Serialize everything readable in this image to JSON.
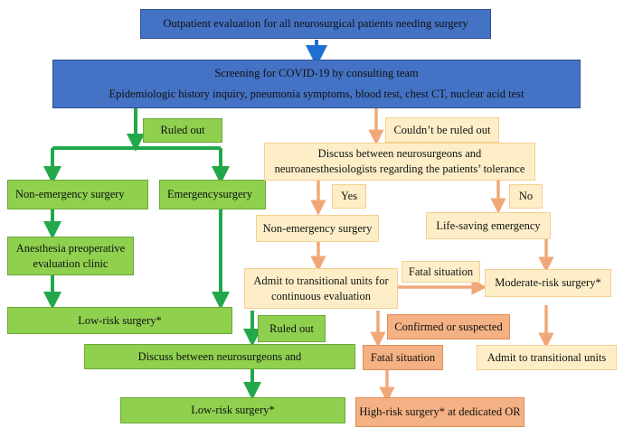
{
  "flow": {
    "outpatient": "Outpatient evaluation for all neurosurgical patients needing surgery",
    "screening_title": "Screening for COVID-19 by consulting team",
    "screening_detail": "Epidemiologic history inquiry, pneumonia symptoms, blood test, chest CT, nuclear acid test",
    "ruled_out_1": "Ruled out",
    "couldnt_rule_out": "Couldn’t be ruled out",
    "discuss_tolerance_1": "Discuss between neurosurgeons and",
    "discuss_tolerance_2": "neuroanesthesiologists regarding the patients’ tolerance",
    "non_emergency_left": "Non-emergency surgery",
    "emergency_left": "Emergencysurgery",
    "yes": "Yes",
    "no": "No",
    "non_emergency_right": "Non-emergency surgery",
    "life_saving": "Life-saving emergency",
    "anesthesia_clinic_1": "Anesthesia preoperative",
    "anesthesia_clinic_2": "evaluation clinic",
    "transitional_1": "Admit to transitional units for",
    "transitional_2": "continuous evaluation",
    "fatal_situation_1": "Fatal situation",
    "moderate_risk": "Moderate-risk surgery*",
    "low_risk_1": "Low-risk surgery*",
    "ruled_out_2": "Ruled out",
    "confirmed": "Confirmed or suspected",
    "discuss_between": "Discuss between neurosurgeons and",
    "fatal_situation_2": "Fatal situation",
    "admit_transitional": "Admit to transitional units",
    "low_risk_2": "Low-risk surgery*",
    "high_risk": "High-risk surgery* at dedicated OR"
  },
  "colors": {
    "blue": "#4472c4",
    "green": "#8fd14f",
    "cream": "#fdeec8",
    "salmon": "#f4b183",
    "arrow_blue": "#1f6fd1",
    "arrow_green": "#22a84a",
    "arrow_salmon": "#f0a878"
  }
}
